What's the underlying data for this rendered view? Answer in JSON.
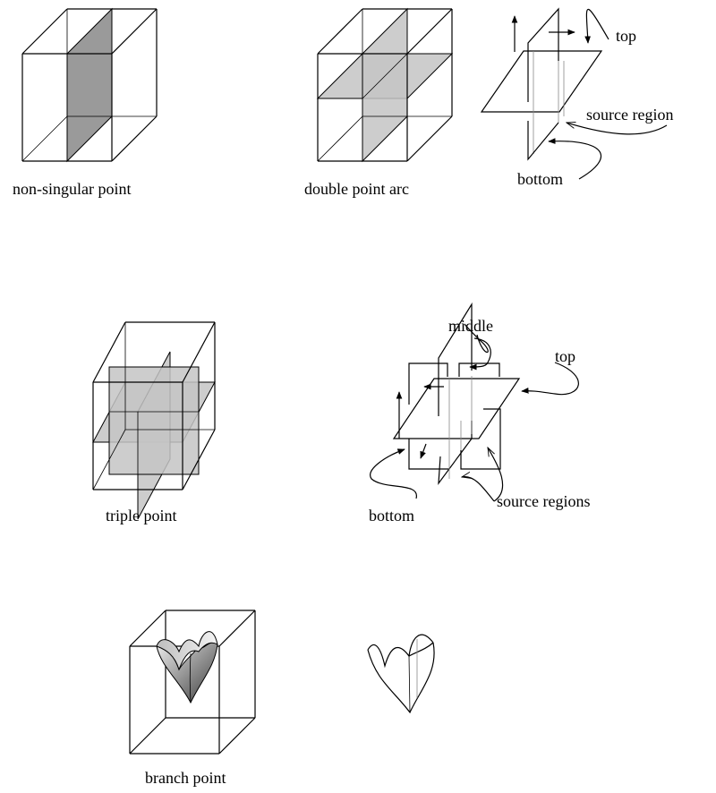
{
  "labels": {
    "non_singular_point": "non-singular point",
    "double_point_arc": "double point arc",
    "top_1": "top",
    "source_region": "source region",
    "bottom_1": "bottom",
    "middle": "middle",
    "top_2": "top",
    "triple_point": "triple point",
    "bottom_2": "bottom",
    "source_regions": "source regions",
    "branch_point": "branch point"
  }
}
